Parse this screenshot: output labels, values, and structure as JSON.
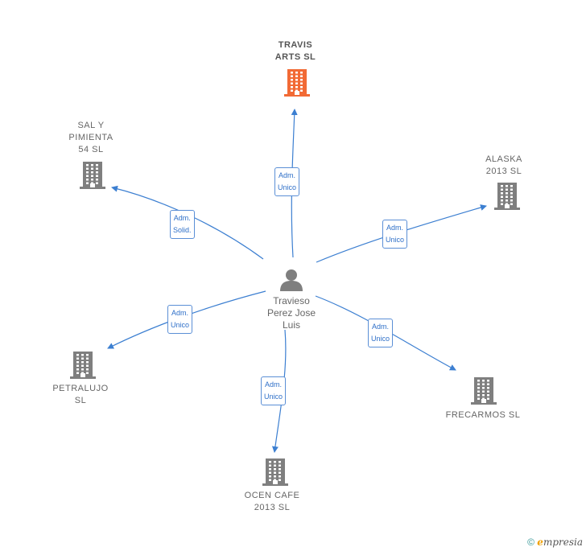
{
  "colors": {
    "edge": "#3c7fd1",
    "building": "#7f7f7f",
    "building_highlight": "#f26a35",
    "person": "#7f7f7f"
  },
  "person": {
    "label": "Travieso\nPerez Jose\nLuis",
    "icon": "person-icon"
  },
  "companies": [
    {
      "id": "travis",
      "label": "TRAVIS\nARTS  SL",
      "highlight": true,
      "role": "Adm.\nUnico"
    },
    {
      "id": "sal",
      "label": "SAL Y\nPIMIENTA\n54  SL",
      "highlight": false,
      "role": "Adm.\nSolid."
    },
    {
      "id": "alaska",
      "label": "ALASKA\n2013  SL",
      "highlight": false,
      "role": "Adm.\nUnico"
    },
    {
      "id": "petralujo",
      "label": "PETRALUJO\nSL",
      "highlight": false,
      "role": "Adm.\nUnico"
    },
    {
      "id": "frecarmos",
      "label": "FRECARMOS SL",
      "highlight": false,
      "role": "Adm.\nUnico"
    },
    {
      "id": "ocen",
      "label": "OCEN CAFE\n2013  SL",
      "highlight": false,
      "role": "Adm.\nUnico"
    }
  ],
  "footer": {
    "copyright": "©",
    "brand_e": "e",
    "brand_rest": "mpresia"
  }
}
